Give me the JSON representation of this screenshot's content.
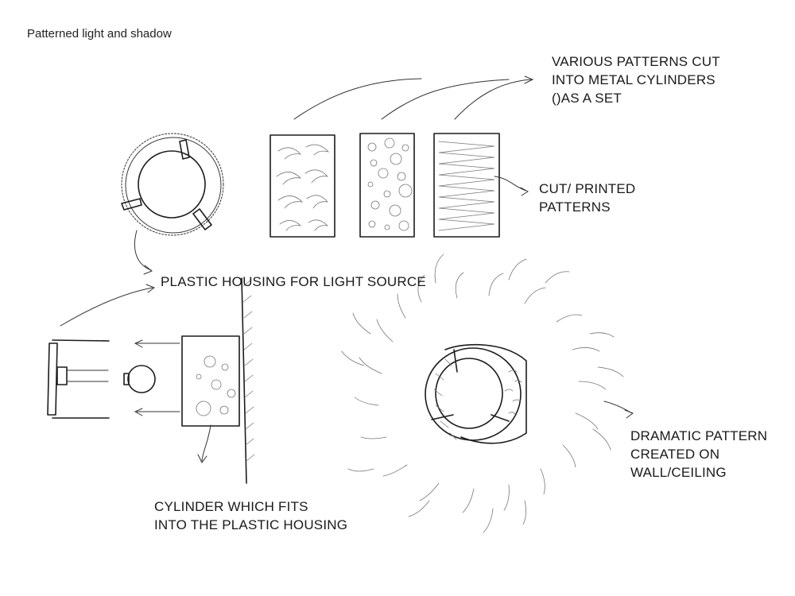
{
  "title": "Patterned light and shadow",
  "labels": {
    "patterns_set": [
      "VARIOUS PATTERNS CUT",
      "INTO METAL CYLINDERS",
      "()AS A SET"
    ],
    "cut_printed": [
      "CUT/ PRINTED",
      "PATTERNS"
    ],
    "plastic_housing": "PLASTIC HOUSING FOR LIGHT SOURCE",
    "cylinder_fits": [
      "CYLINDER WHICH FITS",
      "INTO THE PLASTIC HOUSING"
    ],
    "dramatic_pattern": [
      "DRAMATIC PATTERN",
      "CREATED ON",
      "WALL/CEILING"
    ]
  },
  "colors": {
    "ink": "#1c1c1c",
    "paper": "#ffffff"
  }
}
